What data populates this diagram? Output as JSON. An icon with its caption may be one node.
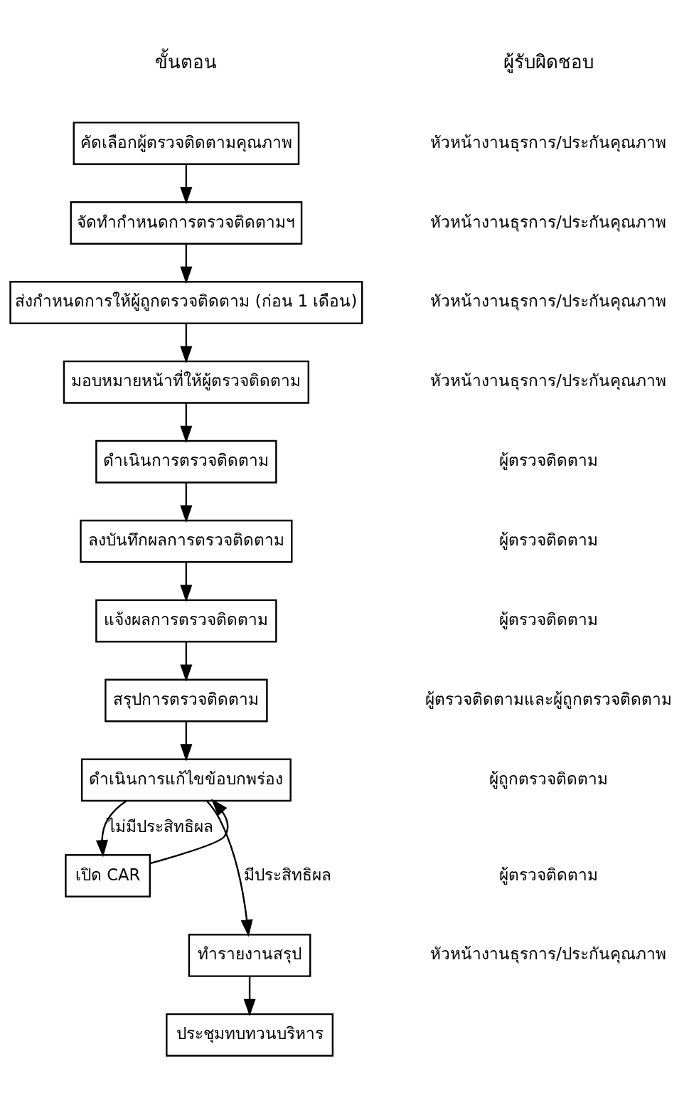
{
  "diagram": {
    "nodes": [
      {
        "text": [
          "คัดเลือกผู้ตรวจติดตามคุณภาพ"
        ]
      },
      {
        "text": [
          "จัดทำกำหนดการตรวจติดตามฯ"
        ]
      },
      {
        "text": [
          "ส่งกำหนดการให้ผู้ถูกตรวจติดตาม (ก่อน 1 เดือน)"
        ]
      },
      {
        "text": [
          "มอบหมายหน้าที่ให้ผู้ตรวจติดตาม"
        ]
      },
      {
        "text": [
          "ดำเนินการตรวจติดตาม"
        ]
      },
      {
        "text": [
          "ลงบันทึกผลการตรวจติดตาม"
        ]
      },
      {
        "text": [
          "แจ้งผลการตรวจติดตาม"
        ]
      },
      {
        "text": [
          "สรุปการตรวจติดตาม"
        ]
      },
      {
        "text": [
          "ดำเนินการแก้ไขข้อบกพร่อง"
        ]
      },
      {
        "text": [
          "เปิด CAR"
        ]
      },
      {
        "text": [
          "ทำรายงานสรุป"
        ]
      },
      {
        "text": [
          "ประชุมทบทวนบริหาร"
        ]
      }
    ],
    "edges": [
      {
        "from": 0,
        "to": 1,
        "arrow": "to"
      },
      {
        "from": 1,
        "to": 2,
        "arrow": "to"
      },
      {
        "from": 2,
        "to": 3,
        "arrow": "to"
      },
      {
        "from": 3,
        "to": 4,
        "arrow": "to"
      },
      {
        "from": 4,
        "to": 5,
        "arrow": "to"
      },
      {
        "from": 5,
        "to": 6,
        "arrow": "to"
      },
      {
        "from": 6,
        "to": 7,
        "arrow": "to"
      },
      {
        "from": 7,
        "to": 8,
        "arrow": "to"
      },
      {
        "from": 8,
        "to": 10,
        "arrow": "to",
        "label": "มีประสิทธิผล"
      },
      {
        "from": 8,
        "to": 9,
        "arrow": "to",
        "label": "ไม่มีประสิทธิผล"
      },
      {
        "from": 9,
        "to": 8,
        "arrow": "to"
      },
      {
        "from": 10,
        "to": 11,
        "arrow": "to"
      }
    ],
    "labels": [
      "ผู้รับผิดชอบ",
      "ขั้นตอน",
      "หัวหน้างานธุรการ/ประกันคุณภาพ",
      "หัวหน้างานธุรการ/ประกันคุณภาพ",
      "หัวหน้างานธุรการ/ประกันคุณภาพ",
      "หัวหน้างานธุรการ/ประกันคุณภาพ",
      "ผู้ตรวจติดตาม",
      "ผู้ตรวจติดตาม",
      "ผู้ตรวจติดตาม",
      "ผู้ตรวจติดตามและผู้ถูกตรวจติดตาม",
      "ผู้ถูกตรวจติดตาม",
      "ผู้ตรวจติดตาม",
      "หัวหน้างานธุรการ/ประกันคุณภาพ"
    ]
  }
}
